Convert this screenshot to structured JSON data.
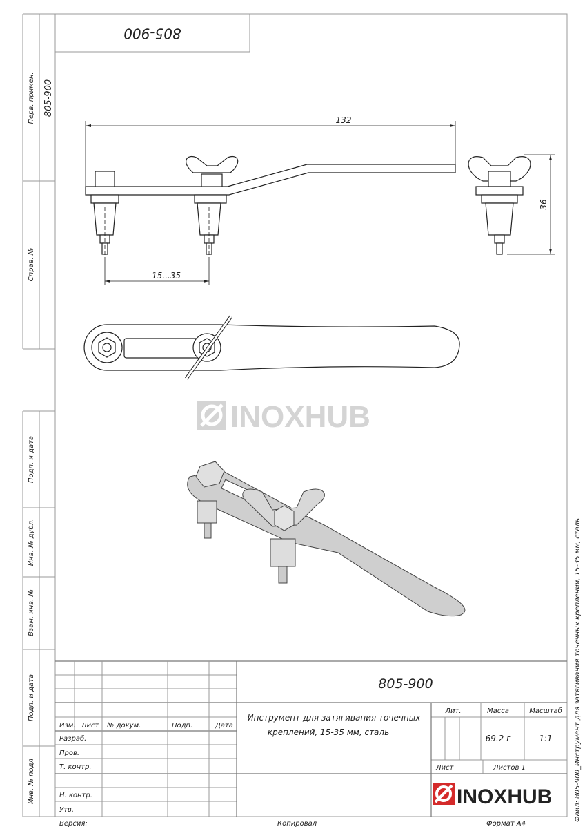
{
  "drawing_number": "805-900",
  "side_labels": {
    "first_use": "Перв. примен.",
    "first_use_value": "805-900",
    "reference": "Справ. №",
    "sign_date_1": "Подп. и дата",
    "dup_inv": "Инв. № дубл.",
    "replace_inv": "Взам. инв. №",
    "sign_date_2": "Подп. и дата",
    "orig_inv": "Инв. № подл"
  },
  "dimensions": {
    "length": "132",
    "range": "15...35",
    "height": "36"
  },
  "watermark": "INOXHUB",
  "title_block": {
    "headers": {
      "change": "Изм.",
      "sheet": "Лист",
      "doc_no": "№ докум.",
      "sign": "Подп.",
      "date": "Дата"
    },
    "roles": {
      "developed": "Разраб.",
      "checked": "Пров.",
      "tech_control": "Т. контр.",
      "norm_control": "Н. контр.",
      "approved": "Утв."
    },
    "title_line1": "Инструмент для затягивания точечных",
    "title_line2": "креплений, 15-35 мм, сталь",
    "lit_label": "Лит.",
    "mass_label": "Масса",
    "scale_label": "Масштаб",
    "mass_value": "69.2 г",
    "scale_value": "1:1",
    "sheet_label": "Лист",
    "sheets_label": "Листов 1",
    "logo": "INOXHUB"
  },
  "footer": {
    "version": "Версия:",
    "copied": "Копировал",
    "format": "Формат А4"
  },
  "file_note": "Файл: 805-900_Инструмент для затягивания точечных креплений, 15-35 мм, сталь",
  "colors": {
    "logo_red": "#d42a2a"
  }
}
